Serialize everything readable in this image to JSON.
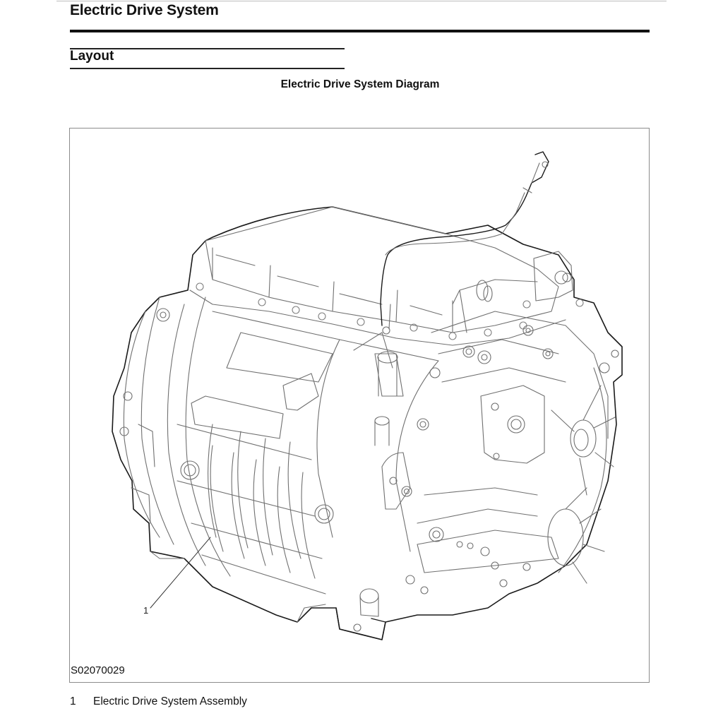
{
  "document": {
    "title": "Electric Drive System",
    "section": "Layout",
    "figure": {
      "caption": "Electric Drive System Diagram",
      "image_id": "S02070029",
      "callouts": [
        {
          "number": "1",
          "target": "Electric Drive System Assembly"
        }
      ]
    },
    "legend": [
      {
        "number": "1",
        "label": "Electric Drive System Assembly"
      }
    ]
  },
  "icons": {
    "diagram": "electric-drive-unit-line-drawing"
  },
  "colors": {
    "text": "#111111",
    "rule": "#111111",
    "frame": "#8c8c8c",
    "line_art": "#6f6f6f",
    "outline": "#1a1a1a"
  }
}
